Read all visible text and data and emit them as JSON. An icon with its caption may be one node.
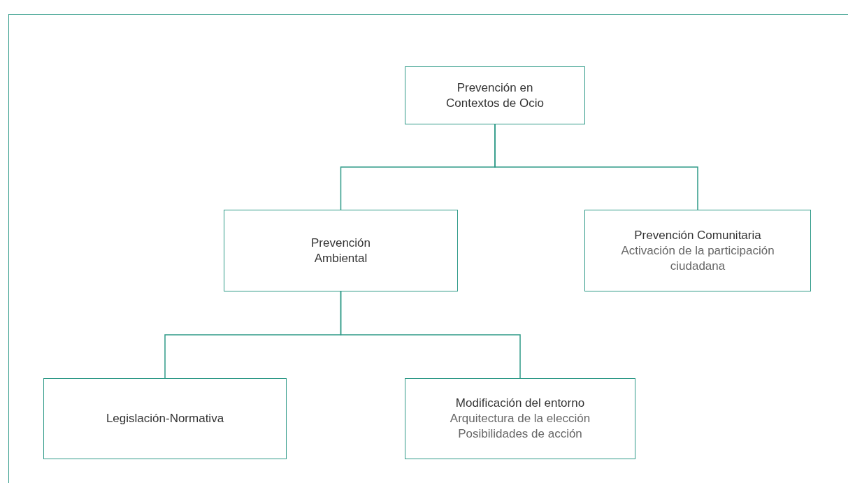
{
  "diagram": {
    "nodes": [
      {
        "text": [
          "Prevención en Contextos de Ocio"
        ]
      },
      {
        "text": [
          "Prevención Ambiental"
        ]
      },
      {
        "text": [
          "Prevención Comunitaria",
          "Activación de la participación ciudadana"
        ]
      },
      {
        "text": [
          "Legislación-Normativa"
        ]
      },
      {
        "text": [
          "Modificación del entorno",
          "Arquitectura de la elección",
          "Posibilidades de acción"
        ]
      }
    ],
    "edges": [
      {
        "from": 0,
        "to": 1,
        "arrow": "none"
      },
      {
        "from": 0,
        "to": 2,
        "arrow": "none"
      },
      {
        "from": 1,
        "to": 3,
        "arrow": "none"
      },
      {
        "from": 1,
        "to": 4,
        "arrow": "none"
      }
    ]
  }
}
